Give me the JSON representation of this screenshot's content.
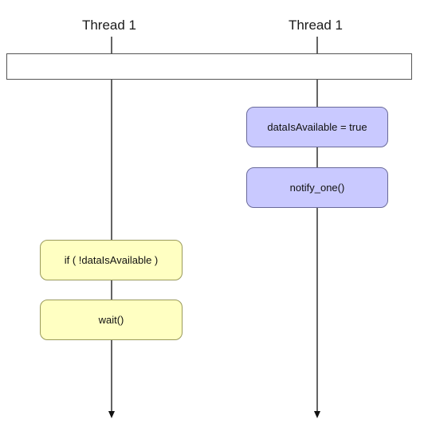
{
  "threads": [
    {
      "label": "Thread 1"
    },
    {
      "label": "Thread 1"
    }
  ],
  "thread1_steps": [
    {
      "label": "if ( !dataIsAvailable )"
    },
    {
      "label": "wait()"
    }
  ],
  "thread2_steps": [
    {
      "label": "dataIsAvailable = true"
    },
    {
      "label": "notify_one()"
    }
  ],
  "colors": {
    "thread1_box_fill": "#ffffc2",
    "thread1_box_stroke": "#9a9a5a",
    "thread2_box_fill": "#c9c9ff",
    "thread2_box_stroke": "#6a6a9a",
    "line": "#111111",
    "shared_bar_stroke": "#555555"
  }
}
